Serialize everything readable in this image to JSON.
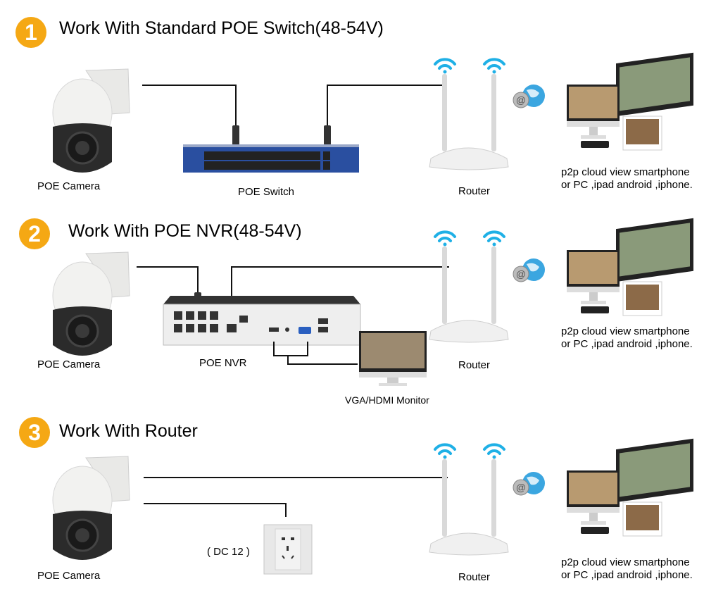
{
  "sections": [
    {
      "number": "1",
      "title": "Work With Standard POE Switch(48-54V)",
      "devices": {
        "camera": "POE Camera",
        "hub": "POE Switch",
        "router": "Router",
        "clients": [
          "p2p cloud view smartphone",
          "or PC ,ipad android ,iphone."
        ]
      }
    },
    {
      "number": "2",
      "title": "Work With POE NVR(48-54V)",
      "devices": {
        "camera": "POE Camera",
        "hub": "POE NVR",
        "monitor": "VGA/HDMI Monitor",
        "router": "Router",
        "clients": [
          "p2p cloud view smartphone",
          "or PC ,ipad android ,iphone."
        ]
      }
    },
    {
      "number": "3",
      "title": "Work With Router",
      "devices": {
        "camera": "POE Camera",
        "power": "( DC 12 )",
        "router": "Router",
        "clients": [
          "p2p cloud view smartphone",
          "or PC ,ipad android ,iphone."
        ]
      }
    }
  ],
  "colors": {
    "badge": "#f5a814",
    "switch_body": "#2a4fa0",
    "wifi": "#1fb0e6",
    "cable": "#111111"
  }
}
